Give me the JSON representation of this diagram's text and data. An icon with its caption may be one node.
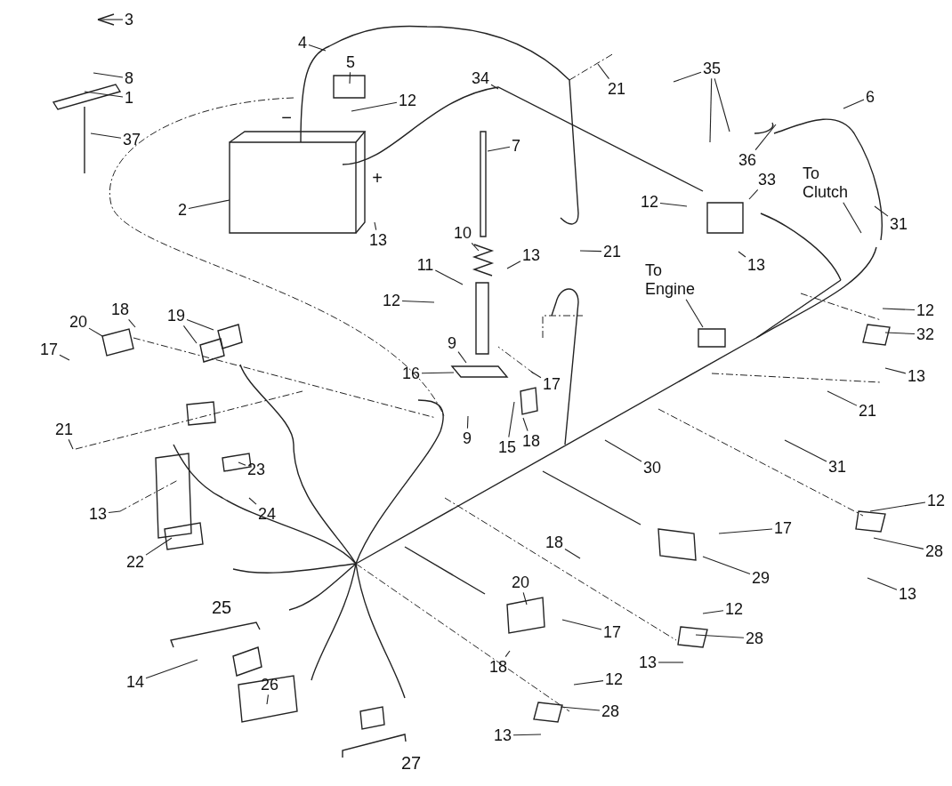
{
  "diagram": {
    "nodes": [
      {
        "text": [
          "3"
        ]
      },
      {
        "text": [
          "8"
        ]
      },
      {
        "text": [
          "1"
        ]
      },
      {
        "text": [
          "37"
        ]
      },
      {
        "text": [
          "4"
        ]
      },
      {
        "text": [
          "5"
        ]
      },
      {
        "text": [
          "34"
        ]
      },
      {
        "text": [
          "21"
        ]
      },
      {
        "text": [
          "12"
        ]
      },
      {
        "text": [
          "35"
        ]
      },
      {
        "text": [
          "6"
        ]
      },
      {
        "text": [
          "36"
        ]
      },
      {
        "text": [
          "7"
        ]
      },
      {
        "text": [
          "2"
        ]
      },
      {
        "text": [
          "To Clutch"
        ]
      },
      {
        "text": [
          "31"
        ]
      },
      {
        "text": [
          "12"
        ]
      },
      {
        "text": [
          "33"
        ]
      },
      {
        "text": [
          "13"
        ]
      },
      {
        "text": [
          "10"
        ]
      },
      {
        "text": [
          "21"
        ]
      },
      {
        "text": [
          "13"
        ]
      },
      {
        "text": [
          "To Engine"
        ]
      },
      {
        "text": [
          "13"
        ]
      },
      {
        "text": [
          "11"
        ]
      },
      {
        "text": [
          "12"
        ]
      },
      {
        "text": [
          "12"
        ]
      },
      {
        "text": [
          "18"
        ]
      },
      {
        "text": [
          "19"
        ]
      },
      {
        "text": [
          "20"
        ]
      },
      {
        "text": [
          "32"
        ]
      },
      {
        "text": [
          "17"
        ]
      },
      {
        "text": [
          "9"
        ]
      },
      {
        "text": [
          "16"
        ]
      },
      {
        "text": [
          "13"
        ]
      },
      {
        "text": [
          "17"
        ]
      },
      {
        "text": [
          "21"
        ]
      },
      {
        "text": [
          "21"
        ]
      },
      {
        "text": [
          "9"
        ]
      },
      {
        "text": [
          "18"
        ]
      },
      {
        "text": [
          "15"
        ]
      },
      {
        "text": [
          "30"
        ]
      },
      {
        "text": [
          "31"
        ]
      },
      {
        "text": [
          "23"
        ]
      },
      {
        "text": [
          "12"
        ]
      },
      {
        "text": [
          "13"
        ]
      },
      {
        "text": [
          "24"
        ]
      },
      {
        "text": [
          "17"
        ]
      },
      {
        "text": [
          "28"
        ]
      },
      {
        "text": [
          "22"
        ]
      },
      {
        "text": [
          "18"
        ]
      },
      {
        "text": [
          "29"
        ]
      },
      {
        "text": [
          "20"
        ]
      },
      {
        "text": [
          "13"
        ]
      },
      {
        "text": [
          "12"
        ]
      },
      {
        "text": [
          "17"
        ]
      },
      {
        "text": [
          "28"
        ]
      },
      {
        "text": [
          "13"
        ]
      },
      {
        "text": [
          "18"
        ]
      },
      {
        "text": [
          "14"
        ]
      },
      {
        "text": [
          "12"
        ]
      },
      {
        "text": [
          "26"
        ]
      },
      {
        "text": [
          "28"
        ]
      },
      {
        "text": [
          "13"
        ]
      }
    ],
    "edges": [
      {
        "from": 0,
        "to": null,
        "arrow": "none"
      },
      {
        "from": 1,
        "to": null,
        "arrow": "none"
      },
      {
        "from": 2,
        "to": null,
        "arrow": "none"
      },
      {
        "from": 3,
        "to": null,
        "arrow": "none"
      },
      {
        "from": 4,
        "to": null,
        "arrow": "none"
      },
      {
        "from": 5,
        "to": null,
        "arrow": "none"
      },
      {
        "from": 6,
        "to": null,
        "arrow": "none"
      },
      {
        "from": 7,
        "to": null,
        "arrow": "none"
      },
      {
        "from": 8,
        "to": null,
        "arrow": "none"
      },
      {
        "from": 9,
        "to": null,
        "arrow": "none"
      },
      {
        "from": 9,
        "to": null,
        "arrow": "none"
      },
      {
        "from": 9,
        "to": null,
        "arrow": "none"
      },
      {
        "from": 10,
        "to": null,
        "arrow": "none"
      },
      {
        "from": 11,
        "to": null,
        "arrow": "none"
      },
      {
        "from": 12,
        "to": null,
        "arrow": "none"
      },
      {
        "from": 13,
        "to": null,
        "arrow": "none"
      },
      {
        "from": 14,
        "to": null,
        "arrow": "none"
      },
      {
        "from": 15,
        "to": null,
        "arrow": "none"
      },
      {
        "from": 16,
        "to": null,
        "arrow": "none"
      },
      {
        "from": 17,
        "to": null,
        "arrow": "none"
      },
      {
        "from": 18,
        "to": null,
        "arrow": "none"
      },
      {
        "from": 19,
        "to": null,
        "arrow": "none"
      },
      {
        "from": 20,
        "to": null,
        "arrow": "none"
      },
      {
        "from": 21,
        "to": null,
        "arrow": "none"
      },
      {
        "from": 22,
        "to": null,
        "arrow": "none"
      },
      {
        "from": 23,
        "to": null,
        "arrow": "none"
      },
      {
        "from": 24,
        "to": null,
        "arrow": "none"
      },
      {
        "from": 25,
        "to": null,
        "arrow": "none"
      },
      {
        "from": 26,
        "to": null,
        "arrow": "none"
      },
      {
        "from": 27,
        "to": null,
        "arrow": "none"
      },
      {
        "from": 28,
        "to": null,
        "arrow": "none"
      },
      {
        "from": 28,
        "to": null,
        "arrow": "none"
      },
      {
        "from": 29,
        "to": null,
        "arrow": "none"
      },
      {
        "from": 30,
        "to": null,
        "arrow": "none"
      },
      {
        "from": 31,
        "to": null,
        "arrow": "none"
      },
      {
        "from": 32,
        "to": null,
        "arrow": "none"
      },
      {
        "from": 33,
        "to": null,
        "arrow": "none"
      },
      {
        "from": 34,
        "to": null,
        "arrow": "none"
      },
      {
        "from": 35,
        "to": null,
        "arrow": "none"
      },
      {
        "from": 36,
        "to": null,
        "arrow": "none"
      },
      {
        "from": 37,
        "to": null,
        "arrow": "none"
      },
      {
        "from": 38,
        "to": null,
        "arrow": "none"
      },
      {
        "from": 39,
        "to": null,
        "arrow": "none"
      },
      {
        "from": 40,
        "to": null,
        "arrow": "none"
      },
      {
        "from": 41,
        "to": null,
        "arrow": "none"
      },
      {
        "from": 42,
        "to": null,
        "arrow": "none"
      },
      {
        "from": 43,
        "to": null,
        "arrow": "none"
      },
      {
        "from": 44,
        "to": null,
        "arrow": "none"
      },
      {
        "from": 45,
        "to": null,
        "arrow": "none"
      },
      {
        "from": 46,
        "to": null,
        "arrow": "none"
      },
      {
        "from": 47,
        "to": null,
        "arrow": "none"
      },
      {
        "from": 48,
        "to": null,
        "arrow": "none"
      },
      {
        "from": 49,
        "to": null,
        "arrow": "none"
      },
      {
        "from": 50,
        "to": null,
        "arrow": "none"
      },
      {
        "from": 51,
        "to": null,
        "arrow": "none"
      },
      {
        "from": 52,
        "to": null,
        "arrow": "none"
      },
      {
        "from": 53,
        "to": null,
        "arrow": "none"
      },
      {
        "from": 54,
        "to": null,
        "arrow": "none"
      },
      {
        "from": 55,
        "to": null,
        "arrow": "none"
      },
      {
        "from": 56,
        "to": null,
        "arrow": "none"
      },
      {
        "from": 57,
        "to": null,
        "arrow": "none"
      },
      {
        "from": 58,
        "to": null,
        "arrow": "none"
      },
      {
        "from": 59,
        "to": null,
        "arrow": "none"
      },
      {
        "from": 60,
        "to": null,
        "arrow": "none"
      },
      {
        "from": 61,
        "to": null,
        "arrow": "none"
      },
      {
        "from": 62,
        "to": null,
        "arrow": "none"
      },
      {
        "from": 63,
        "to": null,
        "arrow": "none"
      }
    ],
    "labels": [
      "−",
      "+",
      "25",
      "27"
    ]
  }
}
